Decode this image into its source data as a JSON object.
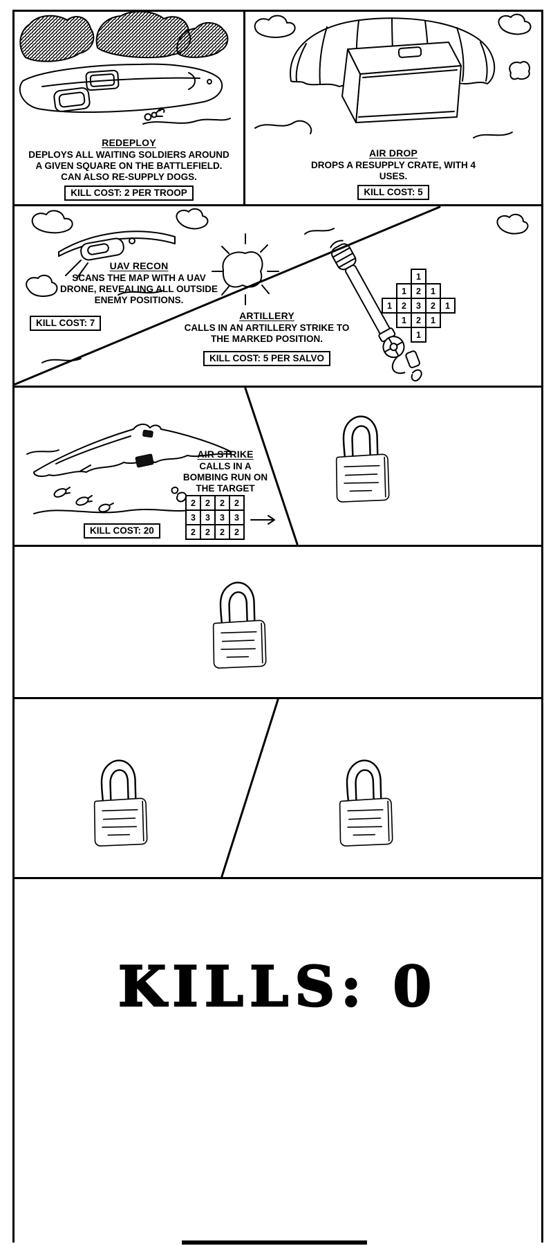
{
  "abilities": {
    "redeploy": {
      "title": "REDEPLOY",
      "description": "DEPLOYS ALL WAITING SOLDIERS AROUND A GIVEN SQUARE ON THE BATTLEFIELD. CAN ALSO RE-SUPPLY DOGS.",
      "kill_cost": "KILL COST: 2 PER TROOP"
    },
    "air_drop": {
      "title": "AIR DROP",
      "description": "DROPS A RESUPPLY CRATE, WITH 4 USES.",
      "kill_cost": "KILL COST: 5"
    },
    "uav_recon": {
      "title": "UAV RECON",
      "description": "SCANS THE MAP WITH A UAV DRONE, REVEALING ALL OUTSIDE ENEMY POSITIONS.",
      "kill_cost": "KILL COST: 7"
    },
    "artillery": {
      "title": "ARTILLERY",
      "description": "CALLS IN AN ARTILLERY STRIKE TO THE MARKED POSITION.",
      "kill_cost": "KILL COST: 5 PER SALVO",
      "damage_grid": [
        [
          null,
          null,
          1,
          null,
          null
        ],
        [
          null,
          1,
          2,
          1,
          null
        ],
        [
          1,
          2,
          3,
          2,
          1
        ],
        [
          null,
          1,
          2,
          1,
          null
        ],
        [
          null,
          null,
          1,
          null,
          null
        ]
      ]
    },
    "air_strike": {
      "title": "AIR STRIKE",
      "description": "CALLS IN A BOMBING RUN ON THE TARGET",
      "kill_cost": "KILL COST: 20",
      "damage_grid": [
        [
          2,
          2,
          2,
          2
        ],
        [
          3,
          3,
          3,
          3
        ],
        [
          2,
          2,
          2,
          2
        ]
      ]
    }
  },
  "locked_slots": 4,
  "kills_counter": "KILLS: 0"
}
